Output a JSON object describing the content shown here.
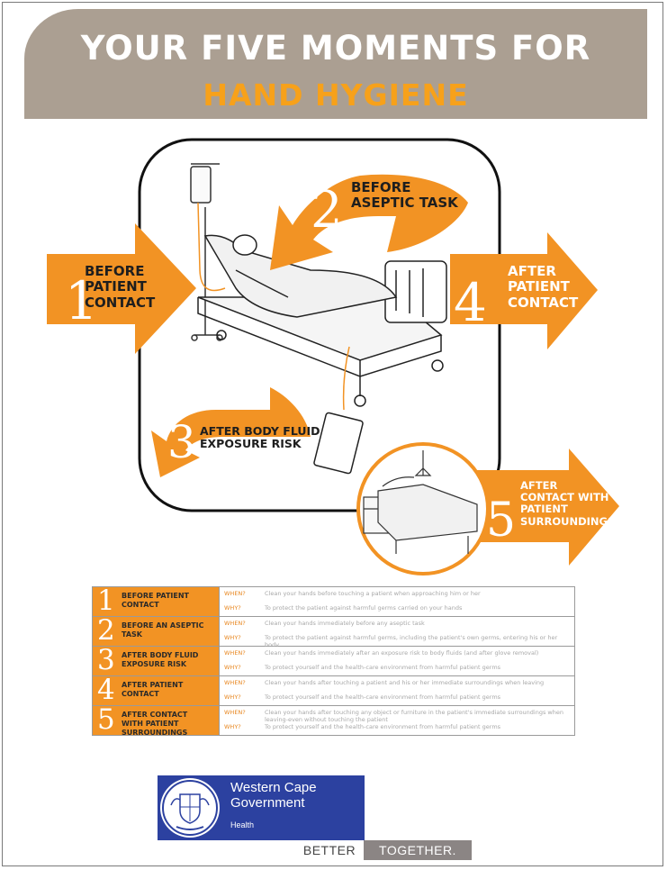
{
  "banner": {
    "line1": "YOUR FIVE MOMENTS FOR",
    "line2": "HAND HYGIENE"
  },
  "colors": {
    "orange": "#f29324",
    "banner_grey": "#ab9f92",
    "logo_blue": "#2c41a0",
    "tag_grey": "#8b8584"
  },
  "moments": [
    {
      "number": "1",
      "label": [
        "BEFORE",
        "PATIENT",
        "CONTACT"
      ]
    },
    {
      "number": "2",
      "label": [
        "BEFORE",
        "ASEPTIC TASK"
      ]
    },
    {
      "number": "3",
      "label": [
        "AFTER BODY FLUID",
        "EXPOSURE RISK"
      ]
    },
    {
      "number": "4",
      "label": [
        "AFTER",
        "PATIENT",
        "CONTACT"
      ]
    },
    {
      "number": "5",
      "label": [
        "AFTER",
        "CONTACT WITH",
        "PATIENT",
        "SURROUNDINGS"
      ]
    }
  ],
  "table": {
    "when_label": "WHEN?",
    "why_label": "WHY?",
    "rows": [
      {
        "number": "1",
        "title": [
          "BEFORE PATIENT",
          "CONTACT"
        ],
        "when": "Clean your hands before touching a patient when approaching him or her",
        "why": "To protect the patient against harmful germs carried on your hands"
      },
      {
        "number": "2",
        "title": [
          "BEFORE AN ASEPTIC",
          "TASK"
        ],
        "when": "Clean your hands immediately before any aseptic task",
        "why": "To protect the patient against harmful germs, including the patient's own germs, entering his or her body"
      },
      {
        "number": "3",
        "title": [
          "AFTER BODY FLUID",
          "EXPOSURE RISK"
        ],
        "when": "Clean your hands immediately after an exposure risk to body fluids (and after glove removal)",
        "why": "To protect yourself and the health-care environment from harmful patient germs"
      },
      {
        "number": "4",
        "title": [
          "AFTER PATIENT",
          "CONTACT"
        ],
        "when": "Clean your hands after touching a patient and his or her immediate surroundings when leaving",
        "why": "To protect yourself and the health-care environment from harmful patient germs"
      },
      {
        "number": "5",
        "title": [
          "AFTER CONTACT",
          "WITH PATIENT",
          "SURROUNDINGS"
        ],
        "when": "Clean your hands after touching any object or furniture in the patient's immediate surroundings when leaving-even without touching the patient",
        "why": "To protect yourself and the health-care environment from harmful patient germs"
      }
    ]
  },
  "logo": {
    "name_line1": "Western Cape",
    "name_line2": "Government",
    "department": "Health"
  },
  "tagline": {
    "part1": "BETTER",
    "part2": "TOGETHER."
  }
}
